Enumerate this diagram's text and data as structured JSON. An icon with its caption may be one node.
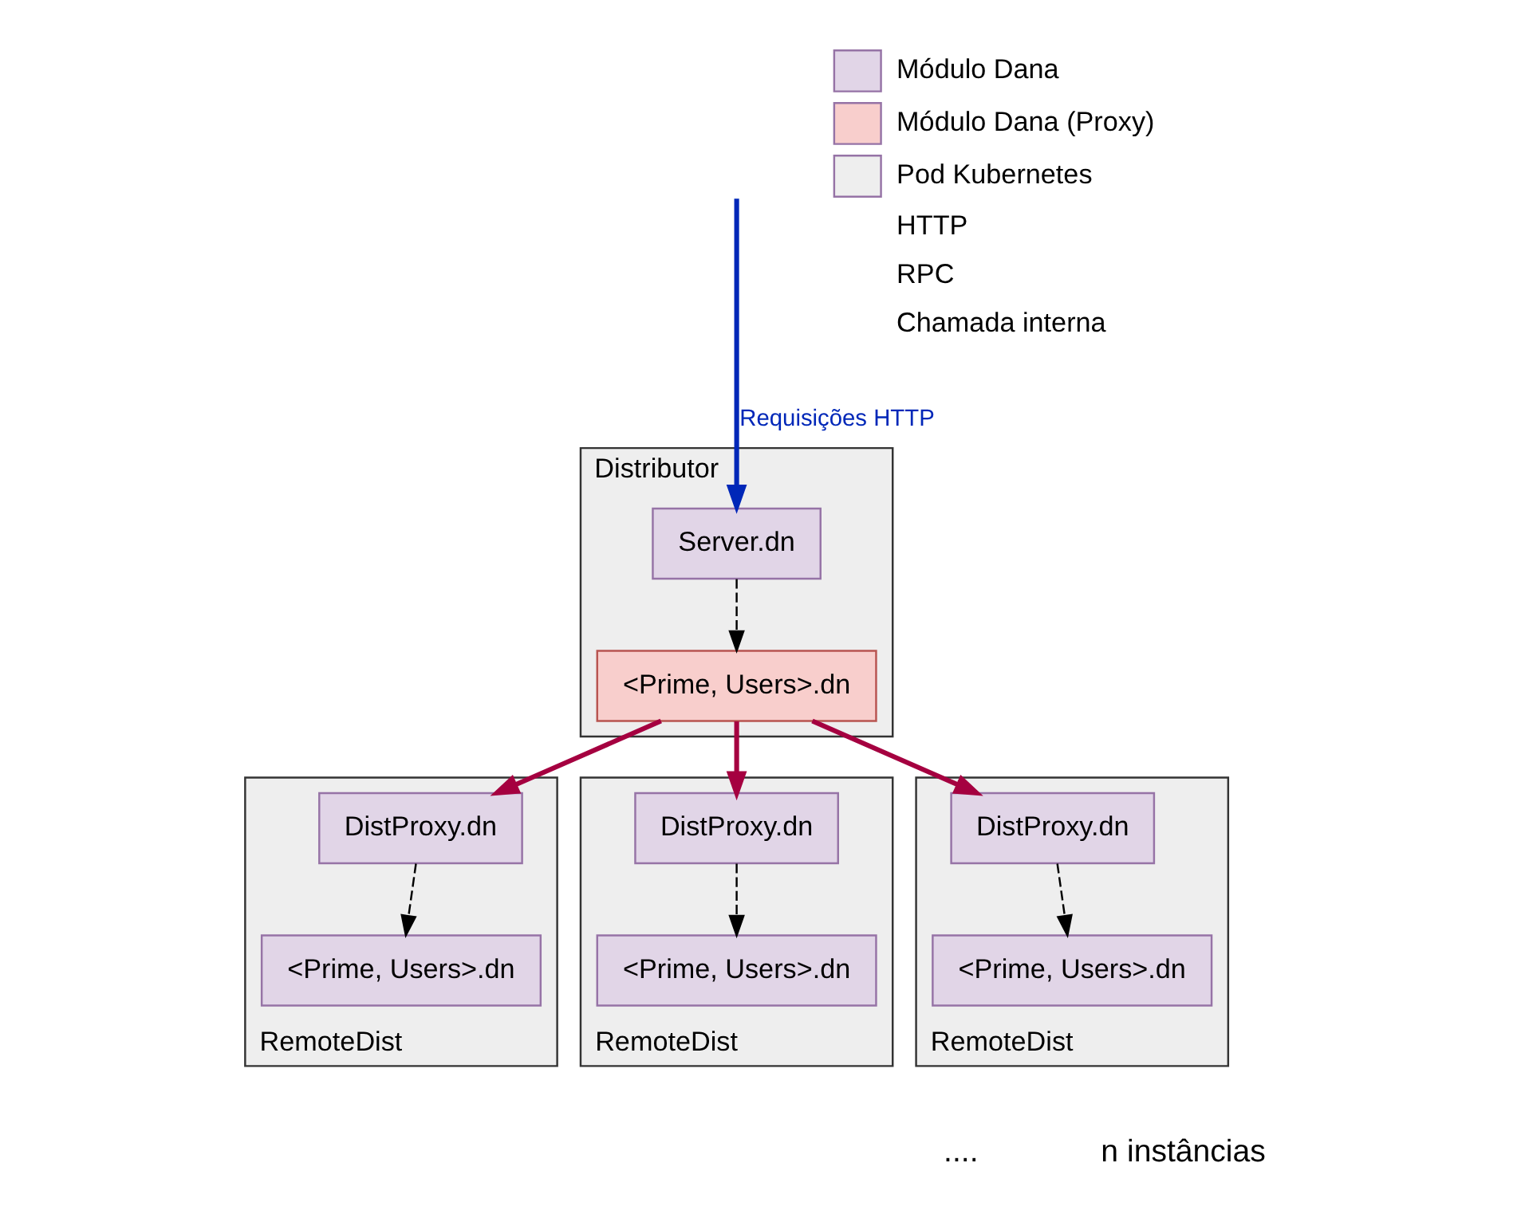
{
  "diagram": {
    "nodes": [
      {
        "text": [
          "Distributor"
        ]
      },
      {
        "text": [
          "Server.dn"
        ],
        "in": 0
      },
      {
        "text": [
          "<Prime, Users>.dn"
        ],
        "in": 0
      },
      {
        "text": [
          "RemoteDist"
        ]
      },
      {
        "text": [
          "DistProxy.dn"
        ],
        "in": 3
      },
      {
        "text": [
          "<Prime, Users>.dn"
        ],
        "in": 3
      },
      {
        "text": [
          "RemoteDist"
        ]
      },
      {
        "text": [
          "DistProxy.dn"
        ],
        "in": 6
      },
      {
        "text": [
          "<Prime, Users>.dn"
        ],
        "in": 6
      },
      {
        "text": [
          "RemoteDist"
        ]
      },
      {
        "text": [
          "DistProxy.dn"
        ],
        "in": 9
      },
      {
        "text": [
          "<Prime, Users>.dn"
        ],
        "in": 9
      }
    ],
    "edges": [
      {
        "from": null,
        "to": 1,
        "arrow": "to",
        "label": "Requisições HTTP",
        "style": "thick",
        "color": "#0027b8"
      },
      {
        "from": 1,
        "to": 2,
        "arrow": "to",
        "style": "dashed"
      },
      {
        "from": 2,
        "to": 4,
        "arrow": "to",
        "style": "thick",
        "color": "#a50040"
      },
      {
        "from": 2,
        "to": 7,
        "arrow": "to",
        "style": "thick",
        "color": "#a50040"
      },
      {
        "from": 2,
        "to": 10,
        "arrow": "to",
        "style": "thick",
        "color": "#a50040"
      },
      {
        "from": 4,
        "to": 5,
        "arrow": "to",
        "style": "dashed"
      },
      {
        "from": 7,
        "to": 8,
        "arrow": "to",
        "style": "dashed"
      },
      {
        "from": 10,
        "to": 11,
        "arrow": "to",
        "style": "dashed"
      }
    ],
    "labels": [
      "....",
      "n instâncias"
    ],
    "legend": [
      {
        "text": "Módulo Dana",
        "color": "#e1d5e7"
      },
      {
        "text": "Módulo Dana (Proxy)",
        "color": "#f8cecc"
      },
      {
        "text": "Pod Kubernetes",
        "color": "#eeeeee"
      },
      {
        "text": "HTTP"
      },
      {
        "text": "RPC"
      },
      {
        "text": "Chamada interna"
      }
    ]
  }
}
